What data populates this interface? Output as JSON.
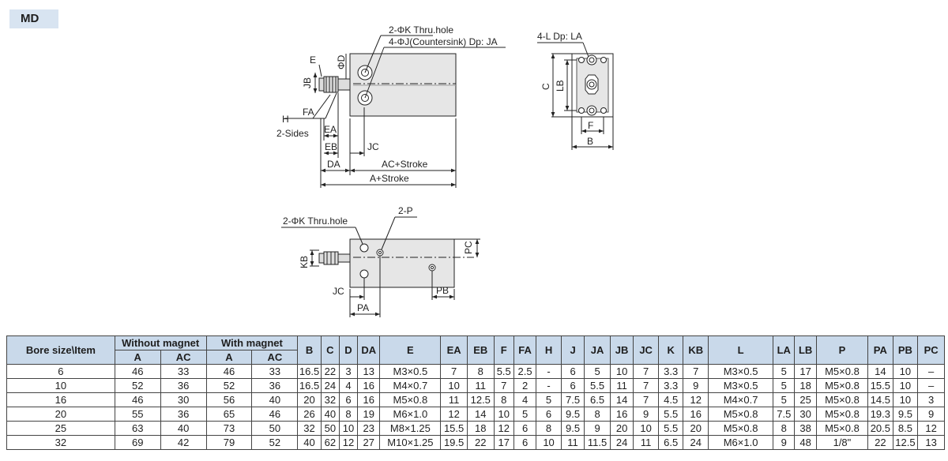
{
  "model_tag": "MD",
  "diagram": {
    "front": {
      "callout_k": "2-ΦK Thru.hole",
      "callout_j": "4-ΦJ(Countersink) Dp: JA",
      "e": "E",
      "d": "ΦD",
      "jb": "JB",
      "fa": "FA",
      "h": "H",
      "sides": "2-Sides",
      "ea": "EA",
      "eb": "EB",
      "jc": "JC",
      "da": "DA",
      "ac_stroke": "AC+Stroke",
      "a_stroke": "A+Stroke"
    },
    "side": {
      "callout_l": "4-L Dp: LA",
      "c": "C",
      "lb": "LB",
      "f": "F",
      "b": "B"
    },
    "lower": {
      "callout_k": "2-ΦK Thru.hole",
      "p": "2-P",
      "kb": "KB",
      "pc": "PC",
      "jc": "JC",
      "pa": "PA",
      "pb": "PB"
    }
  },
  "table": {
    "header_row1": {
      "bore": "Bore size\\Item",
      "without": "Without magnet",
      "with": "With magnet",
      "singles": [
        "B",
        "C",
        "D",
        "DA",
        "E",
        "EA",
        "EB",
        "F",
        "FA",
        "H",
        "J",
        "JA",
        "JB",
        "JC",
        "K",
        "KB",
        "L",
        "LA",
        "LB",
        "P",
        "PA",
        "PB",
        "PC"
      ]
    },
    "header_row2": [
      "A",
      "AC",
      "A",
      "AC"
    ],
    "rows": [
      [
        "6",
        "46",
        "33",
        "46",
        "33",
        "16.5",
        "22",
        "3",
        "13",
        "M3×0.5",
        "7",
        "8",
        "5.5",
        "2.5",
        "-",
        "6",
        "5",
        "10",
        "7",
        "3.3",
        "7",
        "M3×0.5",
        "5",
        "17",
        "M5×0.8",
        "14",
        "10",
        "–"
      ],
      [
        "10",
        "52",
        "36",
        "52",
        "36",
        "16.5",
        "24",
        "4",
        "16",
        "M4×0.7",
        "10",
        "11",
        "7",
        "2",
        "-",
        "6",
        "5.5",
        "11",
        "7",
        "3.3",
        "9",
        "M3×0.5",
        "5",
        "18",
        "M5×0.8",
        "15.5",
        "10",
        "–"
      ],
      [
        "16",
        "46",
        "30",
        "56",
        "40",
        "20",
        "32",
        "6",
        "16",
        "M5×0.8",
        "11",
        "12.5",
        "8",
        "4",
        "5",
        "7.5",
        "6.5",
        "14",
        "7",
        "4.5",
        "12",
        "M4×0.7",
        "5",
        "25",
        "M5×0.8",
        "14.5",
        "10",
        "3"
      ],
      [
        "20",
        "55",
        "36",
        "65",
        "46",
        "26",
        "40",
        "8",
        "19",
        "M6×1.0",
        "12",
        "14",
        "10",
        "5",
        "6",
        "9.5",
        "8",
        "16",
        "9",
        "5.5",
        "16",
        "M5×0.8",
        "7.5",
        "30",
        "M5×0.8",
        "19.3",
        "9.5",
        "9"
      ],
      [
        "25",
        "63",
        "40",
        "73",
        "50",
        "32",
        "50",
        "10",
        "23",
        "M8×1.25",
        "15.5",
        "18",
        "12",
        "6",
        "8",
        "9.5",
        "9",
        "20",
        "10",
        "5.5",
        "20",
        "M5×0.8",
        "8",
        "38",
        "M5×0.8",
        "20.5",
        "8.5",
        "12"
      ],
      [
        "32",
        "69",
        "42",
        "79",
        "52",
        "40",
        "62",
        "12",
        "27",
        "M10×1.25",
        "19.5",
        "22",
        "17",
        "6",
        "10",
        "11",
        "11.5",
        "24",
        "11",
        "6.5",
        "24",
        "M6×1.0",
        "9",
        "48",
        "1/8\"",
        "22",
        "12.5",
        "13"
      ]
    ]
  }
}
